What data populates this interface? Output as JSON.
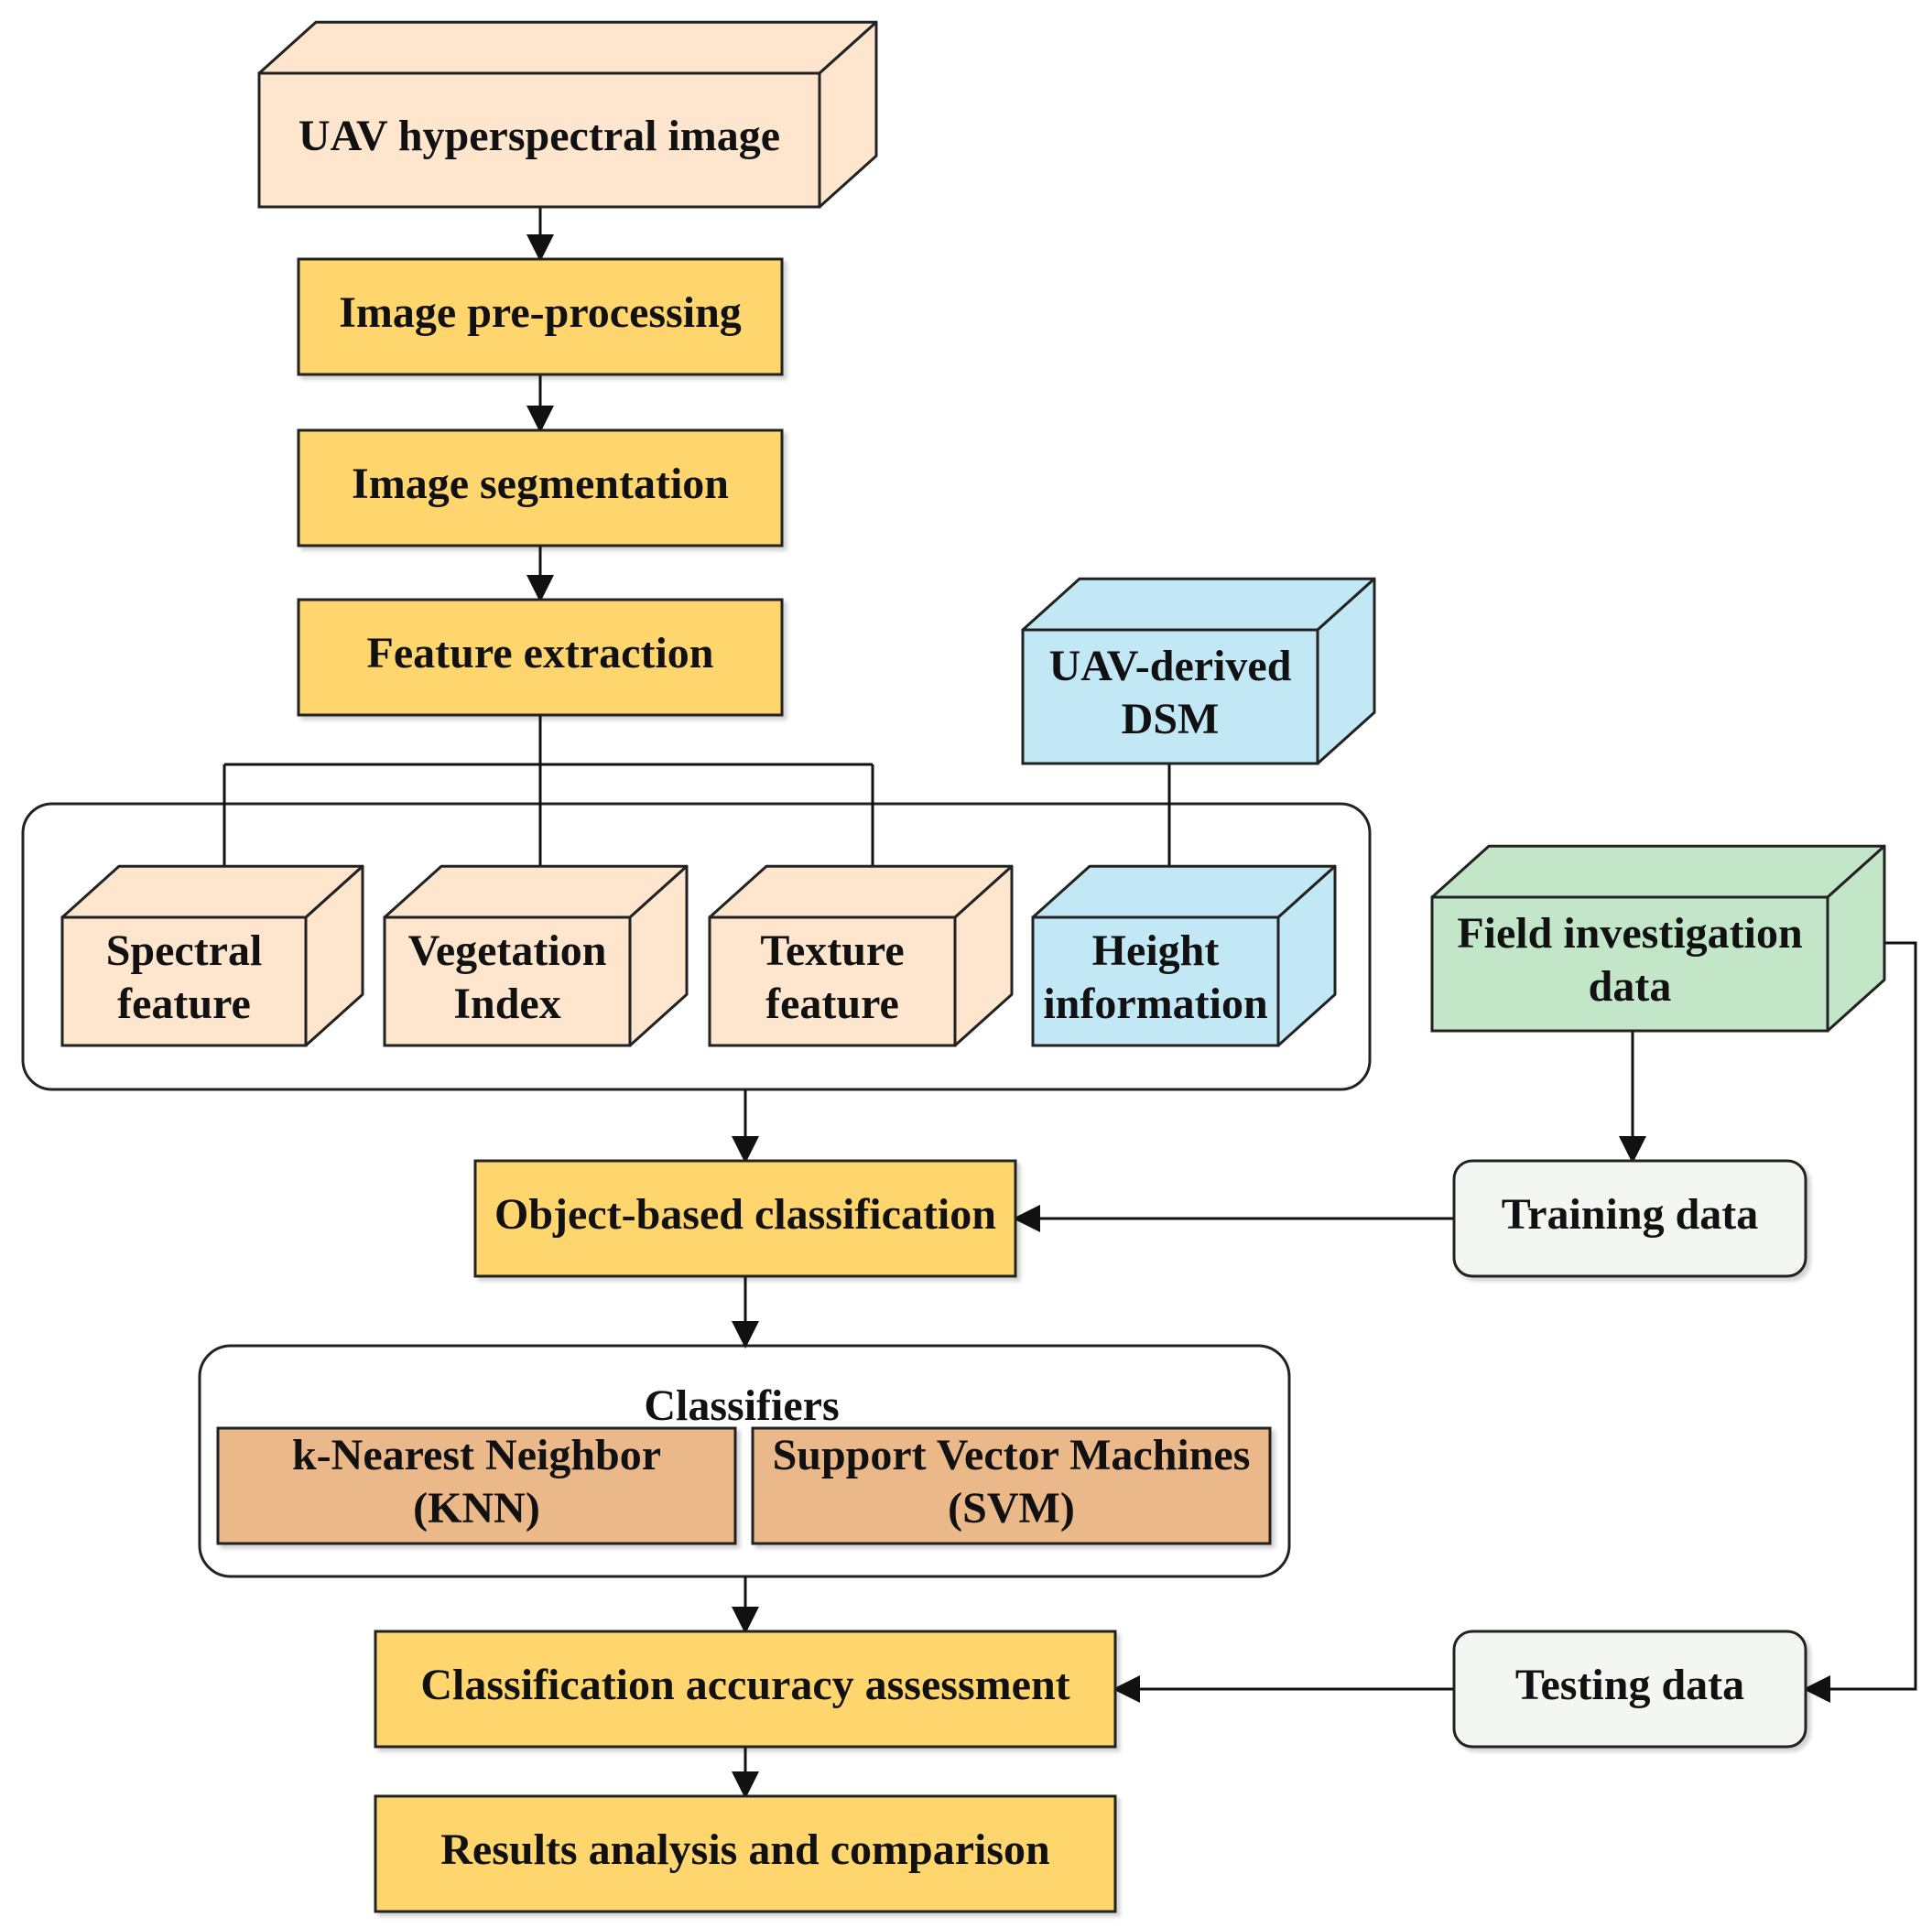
{
  "nodes": {
    "uav_hyperspectral": {
      "lines": [
        "UAV hyperspectral image"
      ]
    },
    "preprocessing": {
      "lines": [
        "Image pre-processing"
      ]
    },
    "segmentation": {
      "lines": [
        "Image segmentation"
      ]
    },
    "feature_extraction": {
      "lines": [
        "Feature extraction"
      ]
    },
    "uav_dsm": {
      "lines": [
        "UAV-derived",
        "DSM"
      ]
    },
    "spectral": {
      "lines": [
        "Spectral",
        "feature"
      ]
    },
    "vegetation": {
      "lines": [
        "Vegetation",
        "Index"
      ]
    },
    "texture": {
      "lines": [
        "Texture",
        "feature"
      ]
    },
    "height": {
      "lines": [
        "Height",
        "information"
      ]
    },
    "field": {
      "lines": [
        "Field investigation",
        "data"
      ]
    },
    "object_classification": {
      "lines": [
        "Object-based classification"
      ]
    },
    "training": {
      "lines": [
        "Training data"
      ]
    },
    "classifiers": {
      "title": "Classifiers"
    },
    "knn": {
      "lines": [
        "k-Nearest Neighbor",
        "(KNN)"
      ]
    },
    "svm": {
      "lines": [
        "Support Vector Machines",
        "(SVM)"
      ]
    },
    "accuracy": {
      "lines": [
        "Classification accuracy assessment"
      ]
    },
    "testing": {
      "lines": [
        "Testing data"
      ]
    },
    "results": {
      "lines": [
        "Results analysis and comparison"
      ]
    }
  },
  "colors": {
    "process": "#FFD56E",
    "cube_peach": "#FEE6CE",
    "cube_blue": "#C2E8F6",
    "cube_green": "#C3E6C9",
    "classifier": "#EBB88A",
    "data_box": "#F3F6F1",
    "stroke": "#222222"
  }
}
